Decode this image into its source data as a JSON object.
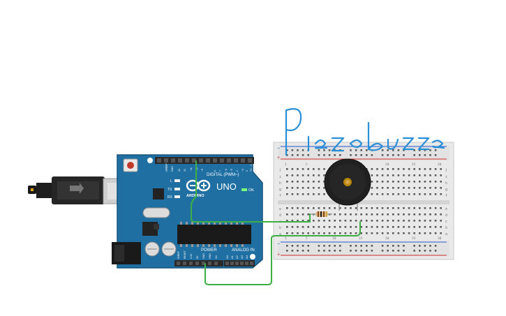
{
  "annotation": {
    "text": "Piezo buzzer"
  },
  "arduino": {
    "brand": "ARDUINO",
    "model": "UNO",
    "digital_header": "DIGITAL (PWM~)",
    "power_header": "POWER",
    "analog_header": "ANALOG IN",
    "on_label": "ON",
    "led_l": "L",
    "led_tx": "TX",
    "led_rx": "RX",
    "aref": "AREF",
    "gnd": "GND",
    "digital_pins": [
      "13",
      "12",
      "~11",
      "~10",
      "~9",
      "8",
      "7",
      "~6",
      "~5",
      "4",
      "~3",
      "2",
      "TX→1",
      "RX←0"
    ],
    "power_pins": [
      "IOREF",
      "RESET",
      "3.3V",
      "5V",
      "GND",
      "GND",
      "Vin"
    ],
    "analog_pins": [
      "A0",
      "A1",
      "A2",
      "A3",
      "A4",
      "A5"
    ]
  },
  "breadboard": {
    "row_letters_top": [
      "j",
      "i",
      "h",
      "g",
      "f"
    ],
    "row_letters_bottom": [
      "e",
      "d",
      "c",
      "b",
      "a"
    ],
    "column_numbers": [
      "1",
      "5",
      "10",
      "15",
      "20",
      "25",
      "30"
    ],
    "rail_plus": "+",
    "rail_minus": "−"
  },
  "colors": {
    "board": "#1f6fa3",
    "board_dark": "#17537b",
    "wire": "#3cb043",
    "breadboard": "#e9e9e9",
    "rail_red": "#d62b2b",
    "rail_blue": "#2b5fd6",
    "annotation": "#2a8fd6"
  }
}
